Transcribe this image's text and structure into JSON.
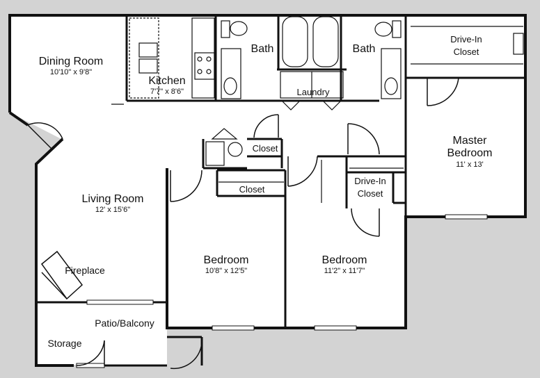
{
  "rooms": {
    "dining": {
      "name": "Dining Room",
      "dims": "10'10\" x 9'8\""
    },
    "kitchen": {
      "name": "Kitchen",
      "dims": "7'7\" x 8'6\""
    },
    "bath1": {
      "name": "Bath"
    },
    "bath2": {
      "name": "Bath"
    },
    "laundry": {
      "name": "Laundry"
    },
    "drive_in_closet_master": {
      "name": "Drive-In Closet"
    },
    "master_bedroom": {
      "name": "Master Bedroom",
      "dims": "11' x 13'"
    },
    "closet_upper": {
      "name": "Closet"
    },
    "closet_lower": {
      "name": "Closet"
    },
    "drive_in_closet_bed2": {
      "name": "Drive-In Closet"
    },
    "living": {
      "name": "Living Room",
      "dims": "12' x 15'6\""
    },
    "bedroom1": {
      "name": "Bedroom",
      "dims": "10'8\" x 12'5\""
    },
    "bedroom2": {
      "name": "Bedroom",
      "dims": "11'2\" x 11'7\""
    },
    "fireplace": {
      "name": "Fireplace"
    },
    "patio": {
      "name": "Patio/Balcony"
    },
    "storage": {
      "name": "Storage"
    }
  }
}
